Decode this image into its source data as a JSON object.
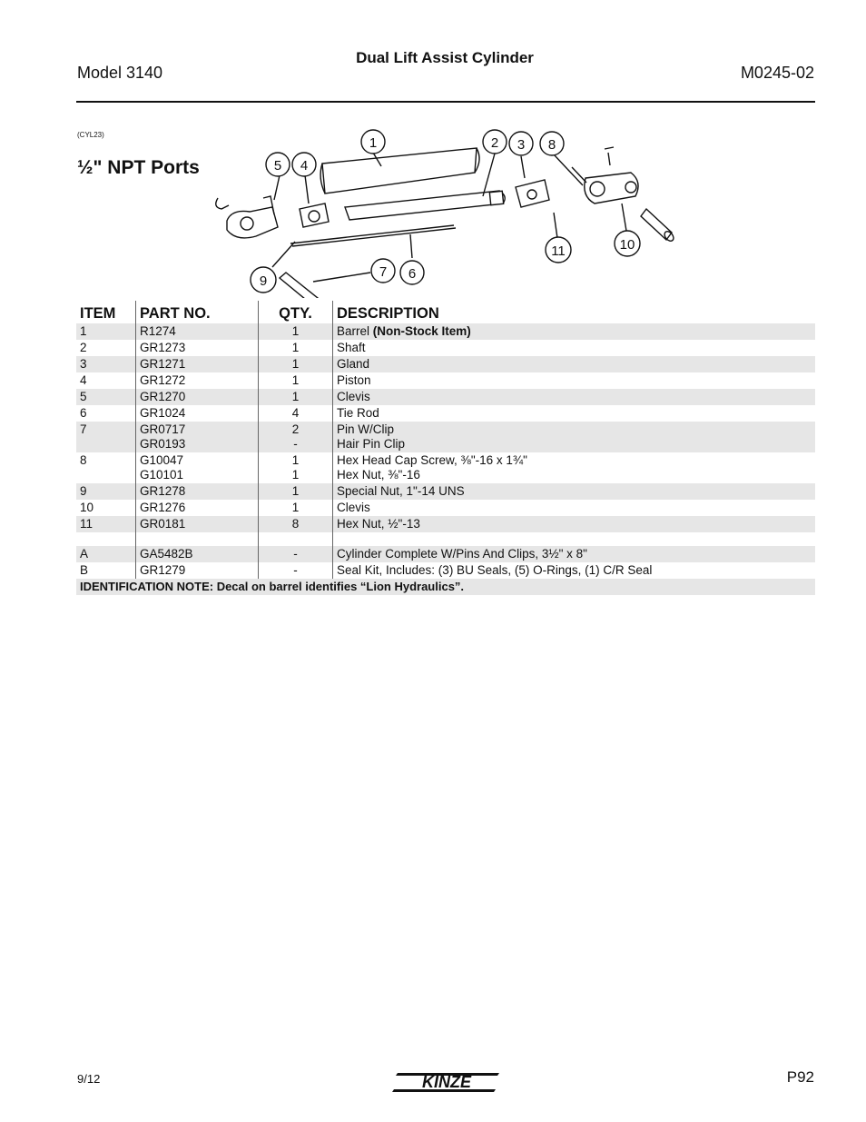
{
  "header": {
    "title": "Dual Lift Assist Cylinder",
    "model": "Model 3140",
    "manual_no": "M0245-02"
  },
  "figure": {
    "ref": "(CYL23)",
    "title": "½\" NPT Ports",
    "callouts": [
      "1",
      "2",
      "3",
      "8",
      "5",
      "4",
      "11",
      "10",
      "9",
      "7",
      "6"
    ]
  },
  "table": {
    "headers": {
      "item": "ITEM",
      "part": "PART NO.",
      "qty": "QTY.",
      "desc": "DESCRIPTION"
    },
    "rows": [
      {
        "item": "1",
        "part": "R1274",
        "qty": "1",
        "desc": "Barrel ",
        "desc_bold": "(Non-Stock Item)"
      },
      {
        "item": "2",
        "part": "GR1273",
        "qty": "1",
        "desc": "Shaft"
      },
      {
        "item": "3",
        "part": "GR1271",
        "qty": "1",
        "desc": "Gland"
      },
      {
        "item": "4",
        "part": "GR1272",
        "qty": "1",
        "desc": "Piston"
      },
      {
        "item": "5",
        "part": "GR1270",
        "qty": "1",
        "desc": "Clevis"
      },
      {
        "item": "6",
        "part": "GR1024",
        "qty": "4",
        "desc": "Tie Rod"
      },
      {
        "item": "7",
        "part": "GR0717",
        "part2": "GR0193",
        "qty": "2",
        "qty2": "-",
        "desc": "Pin W/Clip",
        "desc2": "Hair Pin Clip"
      },
      {
        "item": "8",
        "part": "G10047",
        "part2": "G10101",
        "qty": "1",
        "qty2": "1",
        "desc": "Hex Head Cap Screw, ⅜\"-16 x 1¾\"",
        "desc2": "Hex Nut, ⅜\"-16"
      },
      {
        "item": "9",
        "part": "GR1278",
        "qty": "1",
        "desc": "Special Nut, 1\"-14 UNS"
      },
      {
        "item": "10",
        "part": "GR1276",
        "qty": "1",
        "desc": "Clevis"
      },
      {
        "item": "11",
        "part": "GR0181",
        "qty": "8",
        "desc": "Hex Nut, ½\"-13"
      },
      {
        "item": "A",
        "part": "GA5482B",
        "qty": "-",
        "desc": "Cylinder Complete W/Pins And Clips, 3½\" x 8\""
      },
      {
        "item": "B",
        "part": "GR1279",
        "qty": "-",
        "desc": "Seal Kit, Includes: (3) BU Seals, (5) O-Rings, (1) C/R Seal"
      }
    ],
    "note": "IDENTIFICATION NOTE: Decal on barrel identifies “Lion Hydraulics”."
  },
  "footer": {
    "date": "9/12",
    "brand": "KINZE",
    "page": "P92"
  }
}
